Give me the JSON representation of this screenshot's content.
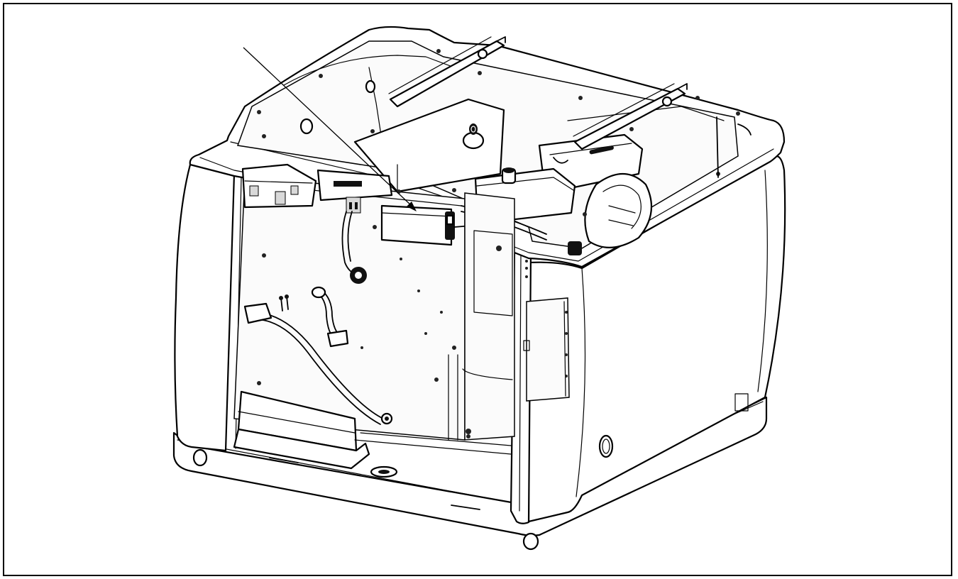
{
  "figure": {
    "description_type": "technical line drawing",
    "subject": "machine-cabinet",
    "callout_count": 1,
    "colors": {
      "line": "#000000",
      "background": "#ffffff",
      "frame": "#000000"
    }
  }
}
